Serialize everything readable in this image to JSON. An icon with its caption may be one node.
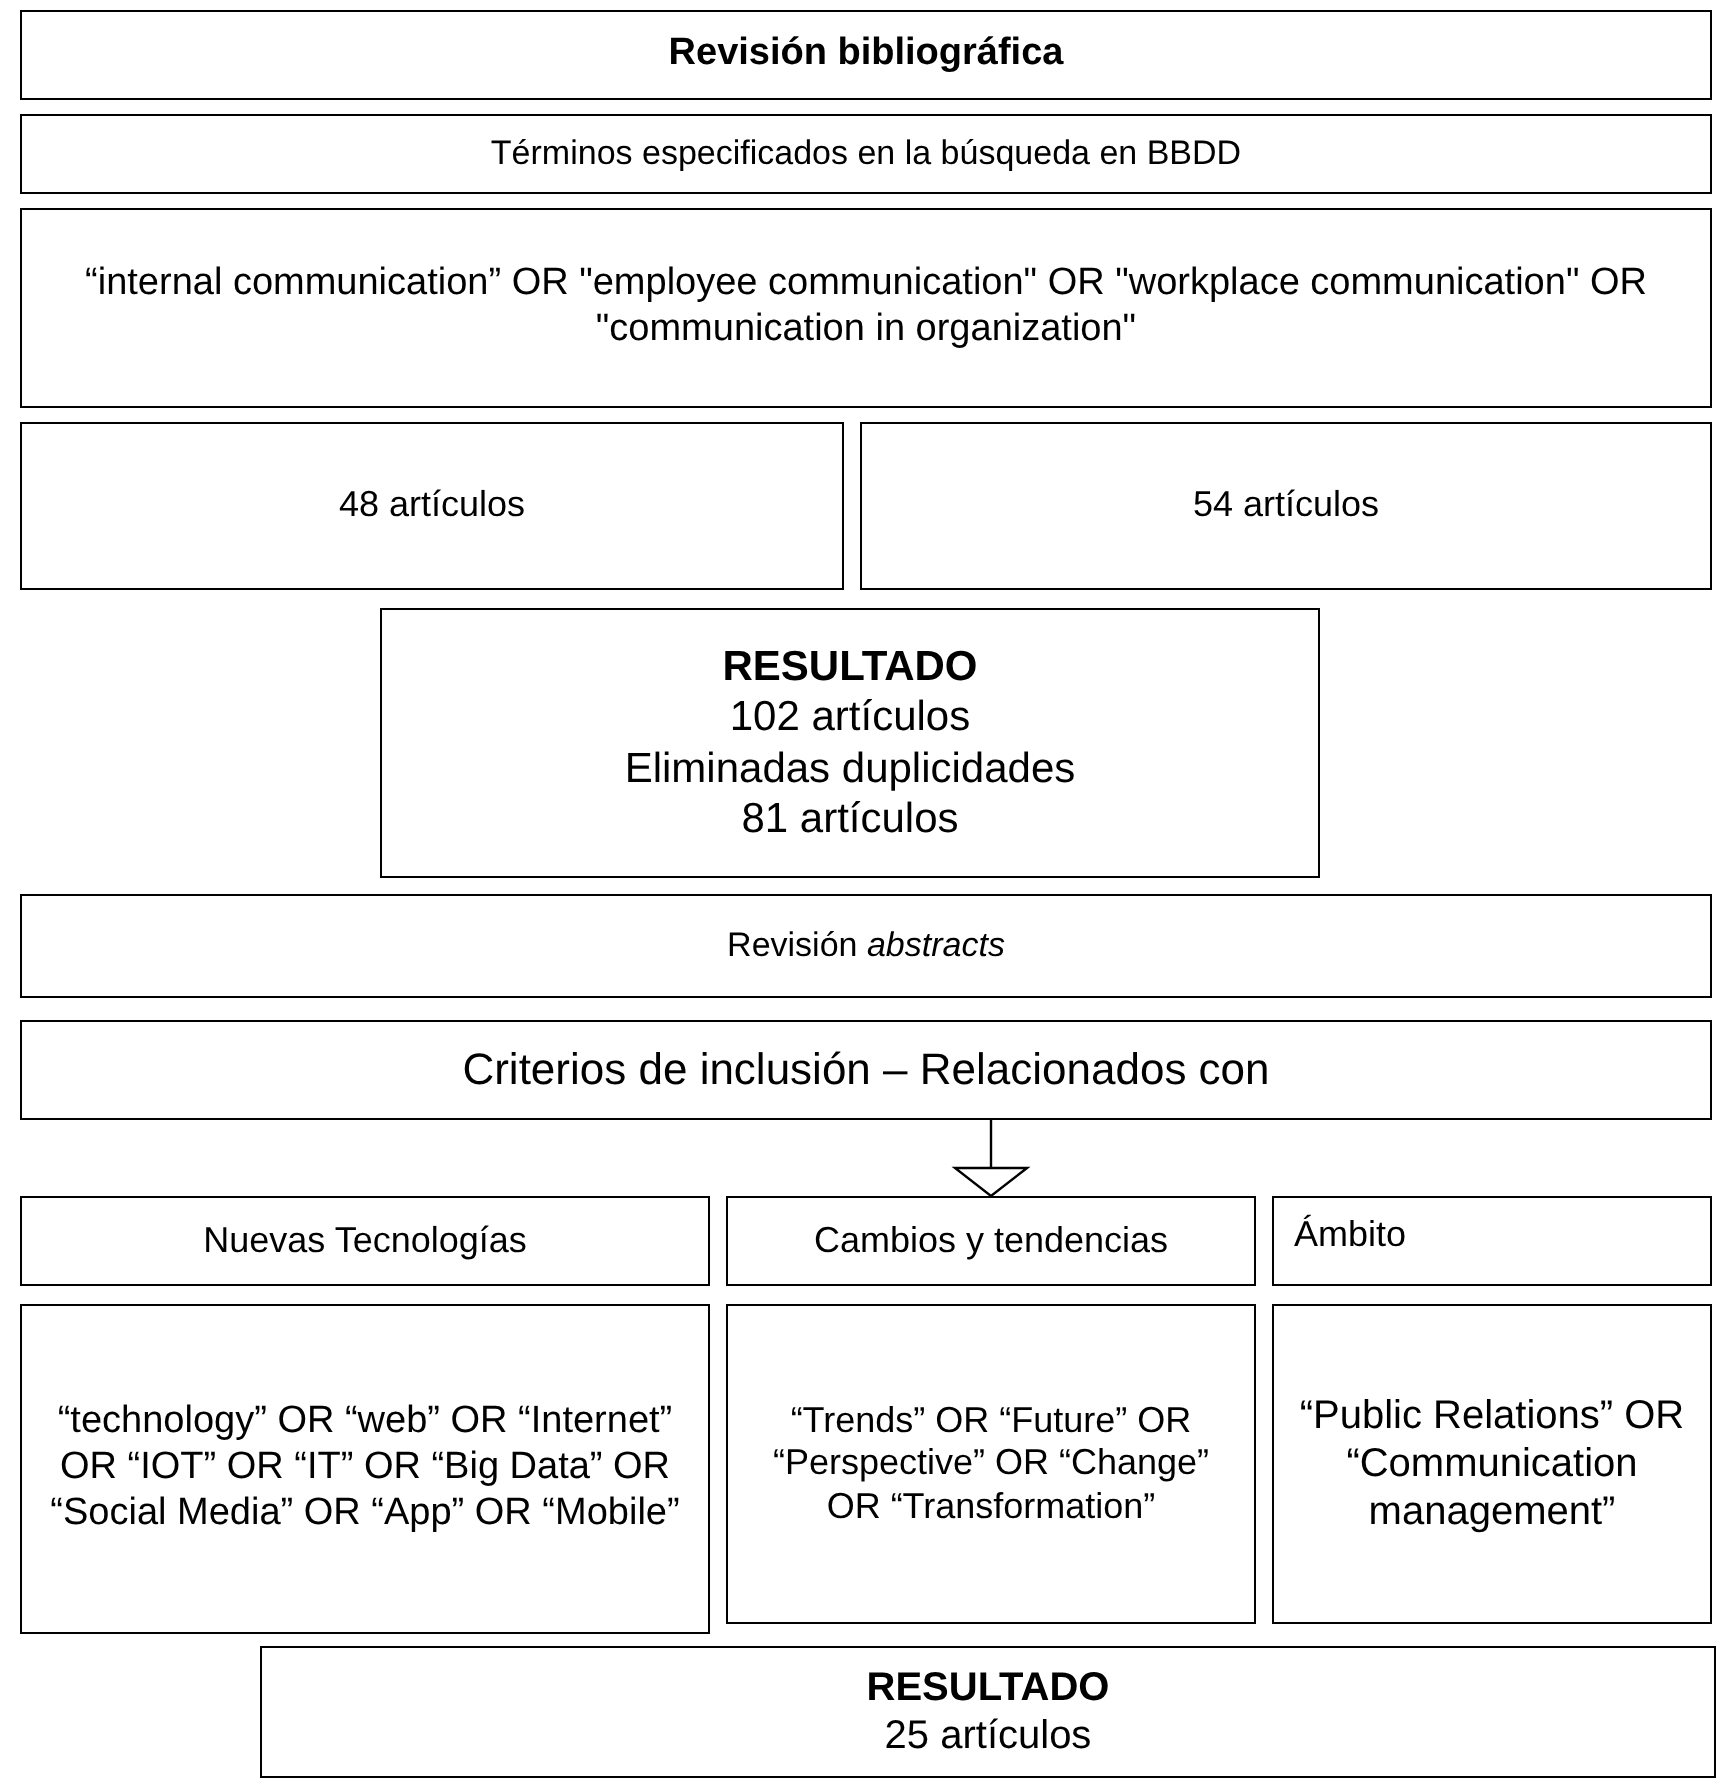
{
  "diagram": {
    "nodes": [
      {
        "text": [
          "Revisión bibliográfica"
        ]
      },
      {
        "text": [
          "Términos especificados en la búsqueda en BBDD"
        ]
      },
      {
        "text": [
          "“internal communication” OR \"employee communication\" OR \"workplace communication\" OR \"communication in organization\""
        ]
      },
      {
        "text": [
          "48 artículos"
        ]
      },
      {
        "text": [
          "54 artículos"
        ]
      },
      {
        "text": [
          "RESULTADO",
          "102 artículos",
          "Eliminadas duplicidades",
          "81 artículos"
        ]
      },
      {
        "text": [
          "Revisión *abstracts*"
        ]
      },
      {
        "text": [
          "Criterios de inclusión – Relacionados con"
        ]
      },
      {
        "text": [
          "Nuevas Tecnologías"
        ]
      },
      {
        "text": [
          "Cambios y tendencias"
        ]
      },
      {
        "text": [
          "Ámbito"
        ]
      },
      {
        "text": [
          "“technology” OR “web” OR “Internet” OR “IOT” OR “IT” OR “Big Data” OR “Social Media” OR “App” OR “Mobile”"
        ]
      },
      {
        "text": [
          "“Trends” OR “Future” OR “Perspective” OR “Change” OR “Transformation”"
        ]
      },
      {
        "text": [
          "“Public Relations” OR “Communication management”"
        ]
      },
      {
        "text": [
          "RESULTADO",
          "25 artículos"
        ]
      }
    ],
    "edges": [
      {
        "from": 7,
        "to": 9,
        "arrow": "to"
      }
    ]
  }
}
